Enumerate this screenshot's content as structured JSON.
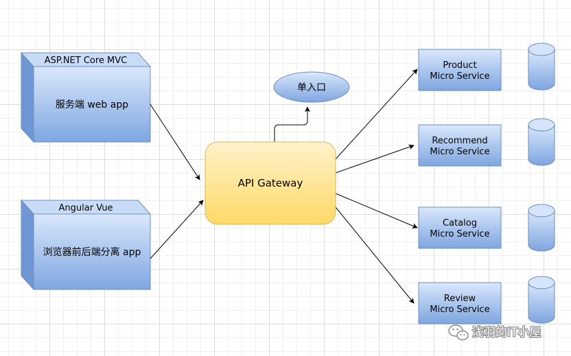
{
  "clients": [
    {
      "title": "ASP.NET Core MVC",
      "label": "服务端 web app"
    },
    {
      "title": "Angular Vue",
      "label": "浏览器前后端分离 app"
    }
  ],
  "gateway": {
    "label": "API Gateway"
  },
  "entry": {
    "label": "单入口"
  },
  "services": [
    {
      "line1": "Product",
      "line2": "Micro Service"
    },
    {
      "line1": "Recommend",
      "line2": "Micro Service"
    },
    {
      "line1": "Catalog",
      "line2": "Micro Service"
    },
    {
      "line1": "Review",
      "line2": "Micro Service"
    }
  ],
  "watermark": {
    "text": "浅羽的IT小屋",
    "icon": "wechat-icon"
  },
  "colors": {
    "box_blue_top": "#dae8fc",
    "box_blue_bottom": "#7ea6e0",
    "gateway_top": "#fff2cc",
    "gateway_bottom": "#ffd966"
  }
}
